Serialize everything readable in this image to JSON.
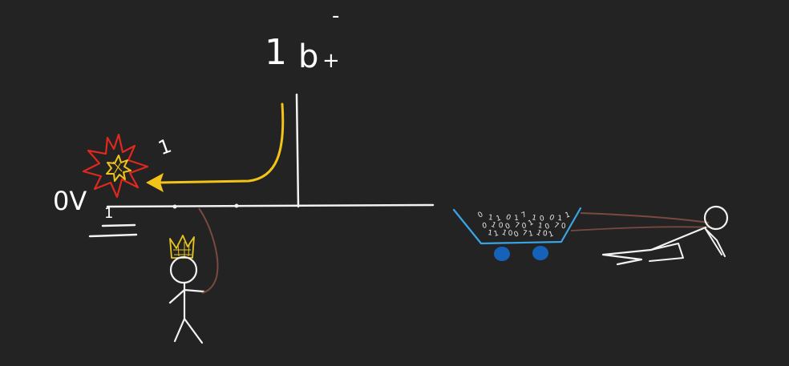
{
  "labels": {
    "top_label_digit": "1",
    "top_label_b": "b",
    "top_label_plus": "+",
    "top_label_minus": "-",
    "arrow_label": "1",
    "ground_label": "0V",
    "ground_digit": "1"
  },
  "cart": {
    "bits": [
      "0",
      "1",
      "1",
      "0",
      "1",
      "7",
      "1",
      "0",
      "0",
      "1",
      "1",
      "0",
      "1",
      "0",
      "0",
      "7",
      "0",
      "1",
      "1",
      "0",
      "7",
      "0",
      "1",
      "1",
      "1",
      "0",
      "0",
      "7",
      "1",
      "1",
      "0",
      "1"
    ]
  },
  "colors": {
    "background": "#232323",
    "line": "#f2f2f2",
    "arrow": "#f2c318",
    "explosion_outer": "#e0281e",
    "explosion_inner": "#f2c318",
    "crown": "#e8c51c",
    "rope": "#7a4a40",
    "cart": "#38a6e6",
    "wheels": "#1662b8"
  }
}
